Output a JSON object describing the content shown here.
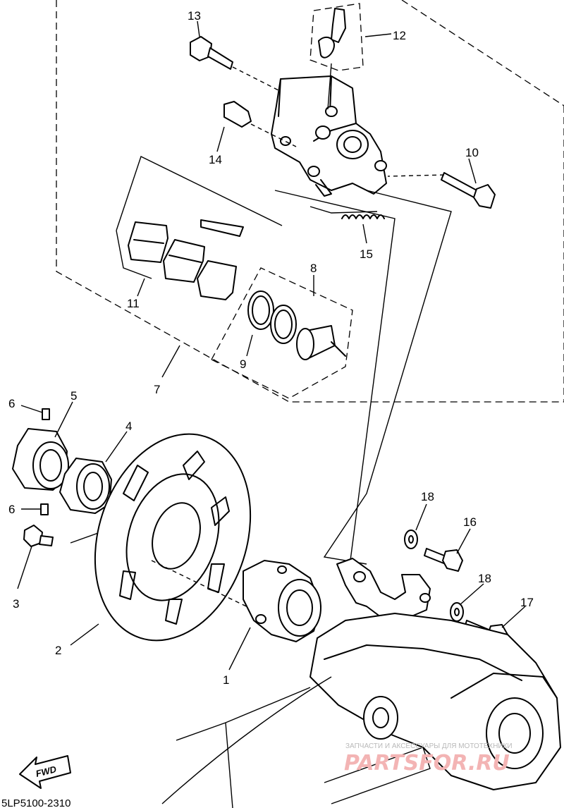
{
  "callouts": [
    "1",
    "2",
    "3",
    "4",
    "5",
    "6",
    "6",
    "7",
    "8",
    "9",
    "10",
    "11",
    "12",
    "13",
    "14",
    "15",
    "16",
    "17",
    "18",
    "18"
  ],
  "fwd_label": "FWD",
  "diagram_code": "5LP5100-2310",
  "watermark": {
    "line1": "ЗАПЧАСТИ И АКСЕССУАРЫ ДЛЯ МОТОТЕХНИКИ",
    "line2": "PARTSFOR.RU"
  },
  "colors": {
    "line": "#000000",
    "background": "#ffffff",
    "watermark": "#f3b4b4"
  }
}
